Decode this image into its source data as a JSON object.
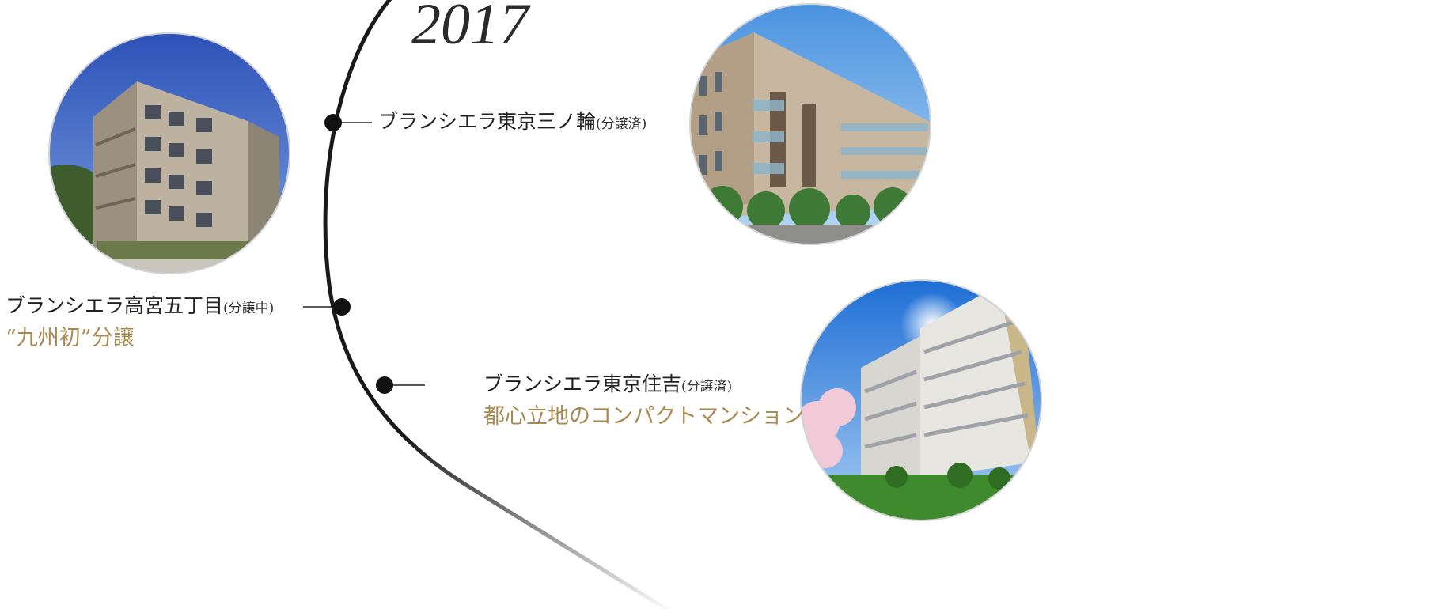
{
  "year": "2017",
  "entries": [
    {
      "id": "minowa",
      "title": "ブランシエラ東京三ノ輪",
      "status": "(分譲済)",
      "tagline": ""
    },
    {
      "id": "takamiya",
      "title": "ブランシエラ高宮五丁目",
      "status": "(分譲中)",
      "tagline": "“九州初”分譲"
    },
    {
      "id": "sumiyoshi",
      "title": "ブランシエラ東京住吉",
      "status": "(分譲済)",
      "tagline": "都心立地のコンパクトマンション"
    }
  ],
  "colors": {
    "accent": "#a8894f",
    "timeline": "#1a1a1a"
  }
}
